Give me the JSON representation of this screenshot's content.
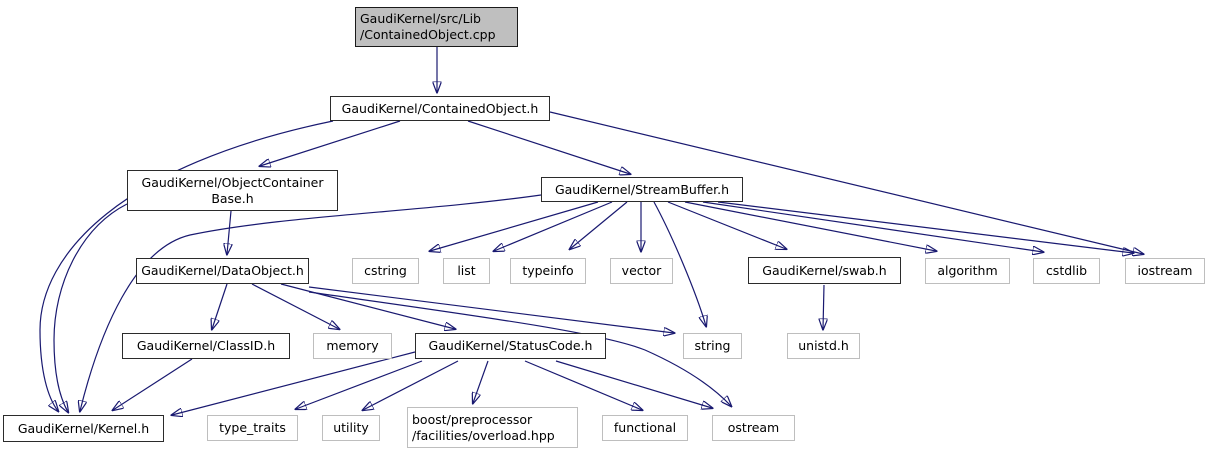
{
  "diagram": {
    "kind": "include-dependency-graph",
    "root_file": "GaudiKernel/src/Lib/ContainedObject.cpp",
    "colors": {
      "edge": "#191970",
      "source_node_fill": "#bfbfbf",
      "node_fill": "#ffffff",
      "linked_node_border": "#000000",
      "leaf_node_border": "#bebebe",
      "text": "#000000",
      "background": "#ffffff"
    },
    "nodes": [
      {
        "id": "cpp",
        "label": "GaudiKernel/src/Lib\n/ContainedObject.cpp",
        "kind": "source"
      },
      {
        "id": "containedobject-h",
        "label": "GaudiKernel/ContainedObject.h",
        "kind": "linked"
      },
      {
        "id": "objectcontainerbase-h",
        "label": "GaudiKernel/ObjectContainer\nBase.h",
        "kind": "linked"
      },
      {
        "id": "streambuffer-h",
        "label": "GaudiKernel/StreamBuffer.h",
        "kind": "linked"
      },
      {
        "id": "dataobject-h",
        "label": "GaudiKernel/DataObject.h",
        "kind": "linked"
      },
      {
        "id": "cstring",
        "label": "cstring",
        "kind": "leaf"
      },
      {
        "id": "list",
        "label": "list",
        "kind": "leaf"
      },
      {
        "id": "typeinfo",
        "label": "typeinfo",
        "kind": "leaf"
      },
      {
        "id": "vector",
        "label": "vector",
        "kind": "leaf"
      },
      {
        "id": "swab-h",
        "label": "GaudiKernel/swab.h",
        "kind": "linked"
      },
      {
        "id": "algorithm",
        "label": "algorithm",
        "kind": "leaf"
      },
      {
        "id": "cstdlib",
        "label": "cstdlib",
        "kind": "leaf"
      },
      {
        "id": "iostream",
        "label": "iostream",
        "kind": "leaf"
      },
      {
        "id": "classid-h",
        "label": "GaudiKernel/ClassID.h",
        "kind": "linked"
      },
      {
        "id": "memory",
        "label": "memory",
        "kind": "leaf"
      },
      {
        "id": "statuscode-h",
        "label": "GaudiKernel/StatusCode.h",
        "kind": "linked"
      },
      {
        "id": "string",
        "label": "string",
        "kind": "leaf"
      },
      {
        "id": "unistd-h",
        "label": "unistd.h",
        "kind": "leaf"
      },
      {
        "id": "kernel-h",
        "label": "GaudiKernel/Kernel.h",
        "kind": "linked"
      },
      {
        "id": "type_traits",
        "label": "type_traits",
        "kind": "leaf"
      },
      {
        "id": "utility",
        "label": "utility",
        "kind": "leaf"
      },
      {
        "id": "boost-overload",
        "label": "boost/preprocessor\n/facilities/overload.hpp",
        "kind": "leaf"
      },
      {
        "id": "functional",
        "label": "functional",
        "kind": "leaf"
      },
      {
        "id": "ostream",
        "label": "ostream",
        "kind": "leaf"
      }
    ],
    "edges": [
      {
        "from": "cpp",
        "to": "containedobject-h"
      },
      {
        "from": "containedobject-h",
        "to": "objectcontainerbase-h"
      },
      {
        "from": "containedobject-h",
        "to": "streambuffer-h"
      },
      {
        "from": "containedobject-h",
        "to": "kernel-h"
      },
      {
        "from": "containedobject-h",
        "to": "iostream"
      },
      {
        "from": "objectcontainerbase-h",
        "to": "dataobject-h"
      },
      {
        "from": "objectcontainerbase-h",
        "to": "kernel-h"
      },
      {
        "from": "streambuffer-h",
        "to": "kernel-h"
      },
      {
        "from": "streambuffer-h",
        "to": "cstring"
      },
      {
        "from": "streambuffer-h",
        "to": "list"
      },
      {
        "from": "streambuffer-h",
        "to": "typeinfo"
      },
      {
        "from": "streambuffer-h",
        "to": "vector"
      },
      {
        "from": "streambuffer-h",
        "to": "string"
      },
      {
        "from": "streambuffer-h",
        "to": "swab-h"
      },
      {
        "from": "streambuffer-h",
        "to": "algorithm"
      },
      {
        "from": "streambuffer-h",
        "to": "cstdlib"
      },
      {
        "from": "streambuffer-h",
        "to": "iostream"
      },
      {
        "from": "dataobject-h",
        "to": "classid-h"
      },
      {
        "from": "dataobject-h",
        "to": "memory"
      },
      {
        "from": "dataobject-h",
        "to": "statuscode-h"
      },
      {
        "from": "dataobject-h",
        "to": "string"
      },
      {
        "from": "dataobject-h",
        "to": "ostream"
      },
      {
        "from": "classid-h",
        "to": "kernel-h"
      },
      {
        "from": "statuscode-h",
        "to": "kernel-h"
      },
      {
        "from": "statuscode-h",
        "to": "type_traits"
      },
      {
        "from": "statuscode-h",
        "to": "utility"
      },
      {
        "from": "statuscode-h",
        "to": "boost-overload"
      },
      {
        "from": "statuscode-h",
        "to": "functional"
      },
      {
        "from": "statuscode-h",
        "to": "ostream"
      },
      {
        "from": "swab-h",
        "to": "unistd-h"
      }
    ]
  }
}
